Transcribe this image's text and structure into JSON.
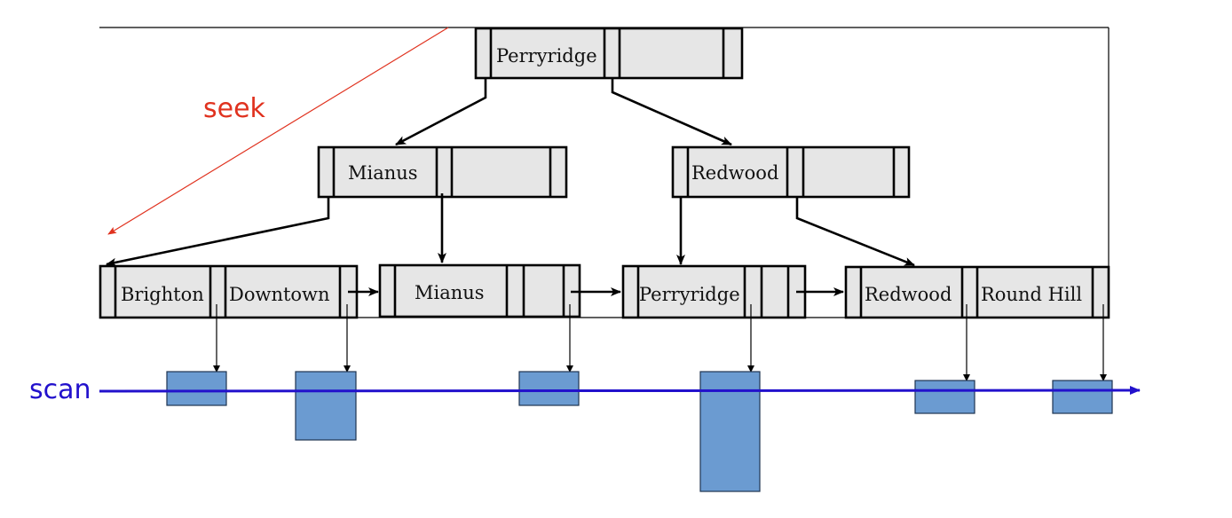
{
  "labels": {
    "seek": "seek",
    "scan": "scan"
  },
  "tree": {
    "root": [
      "Perryridge"
    ],
    "internal_left": [
      "Mianus"
    ],
    "internal_right": [
      "Redwood"
    ],
    "leaf_1": [
      "Brighton",
      "Downtown"
    ],
    "leaf_2": [
      "Mianus"
    ],
    "leaf_3": [
      "Perryridge"
    ],
    "leaf_4": [
      "Redwood",
      "Round Hill"
    ]
  },
  "colors": {
    "seek": "#e0321f",
    "scan": "#2211cc",
    "record": "#6b9bd1",
    "node": "#e6e6e6"
  }
}
